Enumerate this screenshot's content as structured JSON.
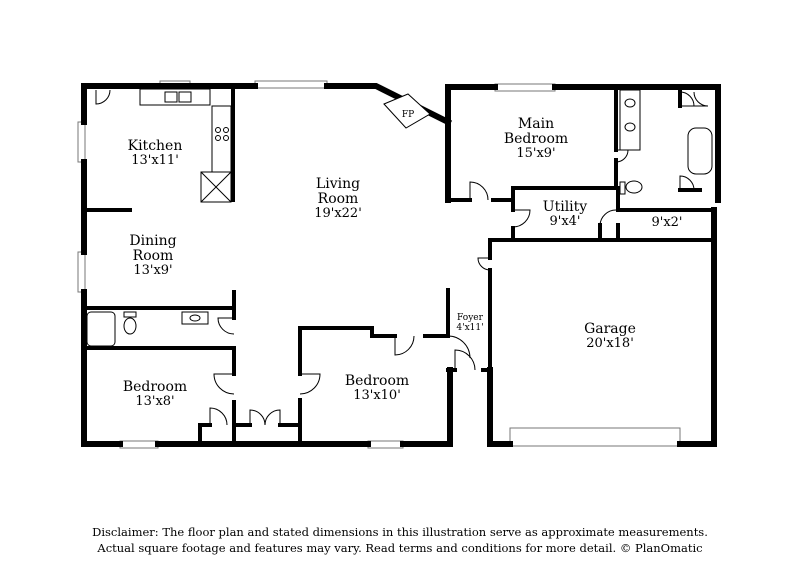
{
  "rooms": {
    "kitchen": {
      "name": "Kitchen",
      "dims": "13'x11'"
    },
    "living": {
      "name1": "Living",
      "name2": "Room",
      "dims": "19'x22'"
    },
    "main_bedroom": {
      "name1": "Main",
      "name2": "Bedroom",
      "dims": "15'x9'"
    },
    "utility": {
      "name": "Utility",
      "dims": "9'x4'"
    },
    "closet": {
      "dims": "9'x2'"
    },
    "dining": {
      "name1": "Dining",
      "name2": "Room",
      "dims": "13'x9'"
    },
    "foyer": {
      "name": "Foyer",
      "dims": "4'x11'"
    },
    "garage": {
      "name": "Garage",
      "dims": "20'x18'"
    },
    "bedroom_left": {
      "name": "Bedroom",
      "dims": "13'x8'"
    },
    "bedroom_center": {
      "name": "Bedroom",
      "dims": "13'x10'"
    }
  },
  "fireplace": {
    "label": "FP"
  },
  "disclaimer": {
    "line1": "Disclaimer: The floor plan and stated dimensions in this illustration serve as approximate measurements.",
    "line2": "Actual square footage and features may vary. Read terms and conditions for more detail. © PlanOmatic"
  }
}
